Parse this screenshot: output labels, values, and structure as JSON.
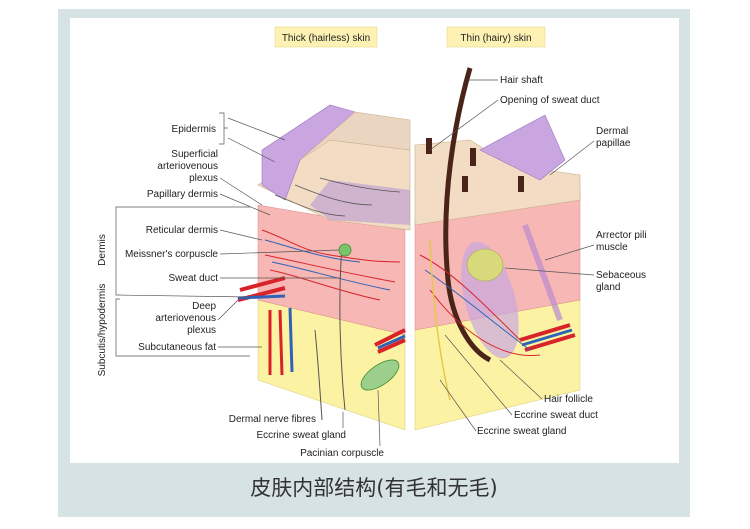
{
  "headers": {
    "thick": "Thick (hairless) skin",
    "thin": "Thin (hairy) skin"
  },
  "labels_left": {
    "epidermis": "Epidermis",
    "superficial_1": "Superficial",
    "superficial_2": "arteriovenous",
    "superficial_3": "plexus",
    "papillary": "Papillary dermis",
    "reticular": "Reticular dermis",
    "meissner": "Meissner's corpuscle",
    "sweat_duct": "Sweat duct",
    "deep_1": "Deep",
    "deep_2": "arteriovenous",
    "deep_3": "plexus",
    "subcut_fat": "Subcutaneous fat",
    "nerve": "Dermal nerve fibres",
    "eccrine_left": "Eccrine sweat gland",
    "pacinian": "Pacinian corpuscle"
  },
  "side_labels": {
    "dermis": "Dermis",
    "subcutis": "Subcutis/hypodermis"
  },
  "labels_right": {
    "hair_shaft": "Hair shaft",
    "opening": "Opening of sweat duct",
    "dermal_papillae_1": "Dermal",
    "dermal_papillae_2": "papillae",
    "arrector_1": "Arrector pili",
    "arrector_2": "muscle",
    "sebaceous_1": "Sebaceous",
    "sebaceous_2": "gland",
    "hair_follicle": "Hair follicle",
    "eccrine_duct": "Eccrine sweat duct",
    "eccrine_right": "Eccrine sweat gland"
  },
  "caption": "皮肤内部结构(有毛和无毛)",
  "colors": {
    "frame": "#d6e2e3",
    "header_box": "#fdf2b3",
    "epidermis": "#f2ddc4",
    "epidermis_purple": "#c9a6e0",
    "dermis": "#f6b7b5",
    "fat": "#fbf3a3",
    "artery": "#d8232a",
    "vein": "#2f63b7",
    "hair": "#4a2418"
  }
}
